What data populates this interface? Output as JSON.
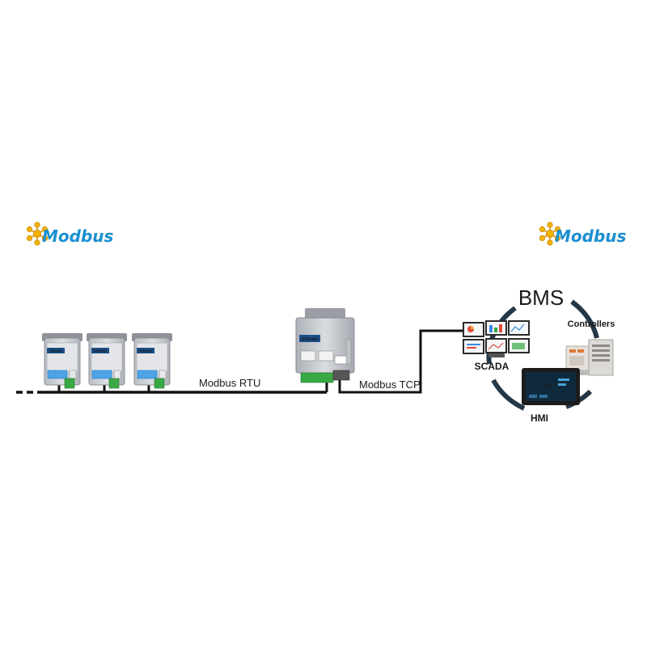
{
  "logos": {
    "left": {
      "text": "Modbus",
      "icon": "modbus-gear-icon"
    },
    "right": {
      "text": "Modbus",
      "icon": "modbus-gear-icon"
    }
  },
  "devices": {
    "small_units": [
      {
        "brand": "Intesis",
        "icon": "intesis-small-module-icon"
      },
      {
        "brand": "Intesis",
        "icon": "intesis-small-module-icon"
      },
      {
        "brand": "Intesis",
        "icon": "intesis-small-module-icon"
      }
    ],
    "gateway": {
      "brand": "Intesis",
      "icon": "intesis-gateway-icon"
    }
  },
  "links": {
    "rtu_label": "Modbus RTU",
    "tcp_label": "Modbus TCP"
  },
  "bms": {
    "title": "BMS",
    "scada_label": "SCADA",
    "controllers_label": "Controllers",
    "hmi_label": "HMI",
    "icons": [
      "scada-monitors-icon",
      "controller-plc-icon",
      "hmi-touchscreen-icon"
    ]
  },
  "colors": {
    "modbus_blue": "#1a8fd0",
    "modbus_gear": "#f4b400",
    "bms_ring": "#253746",
    "line": "#111111",
    "device_grey": "#c9ccd1",
    "terminal_green": "#3aa845",
    "terminal_blue": "#2a7fd0"
  }
}
